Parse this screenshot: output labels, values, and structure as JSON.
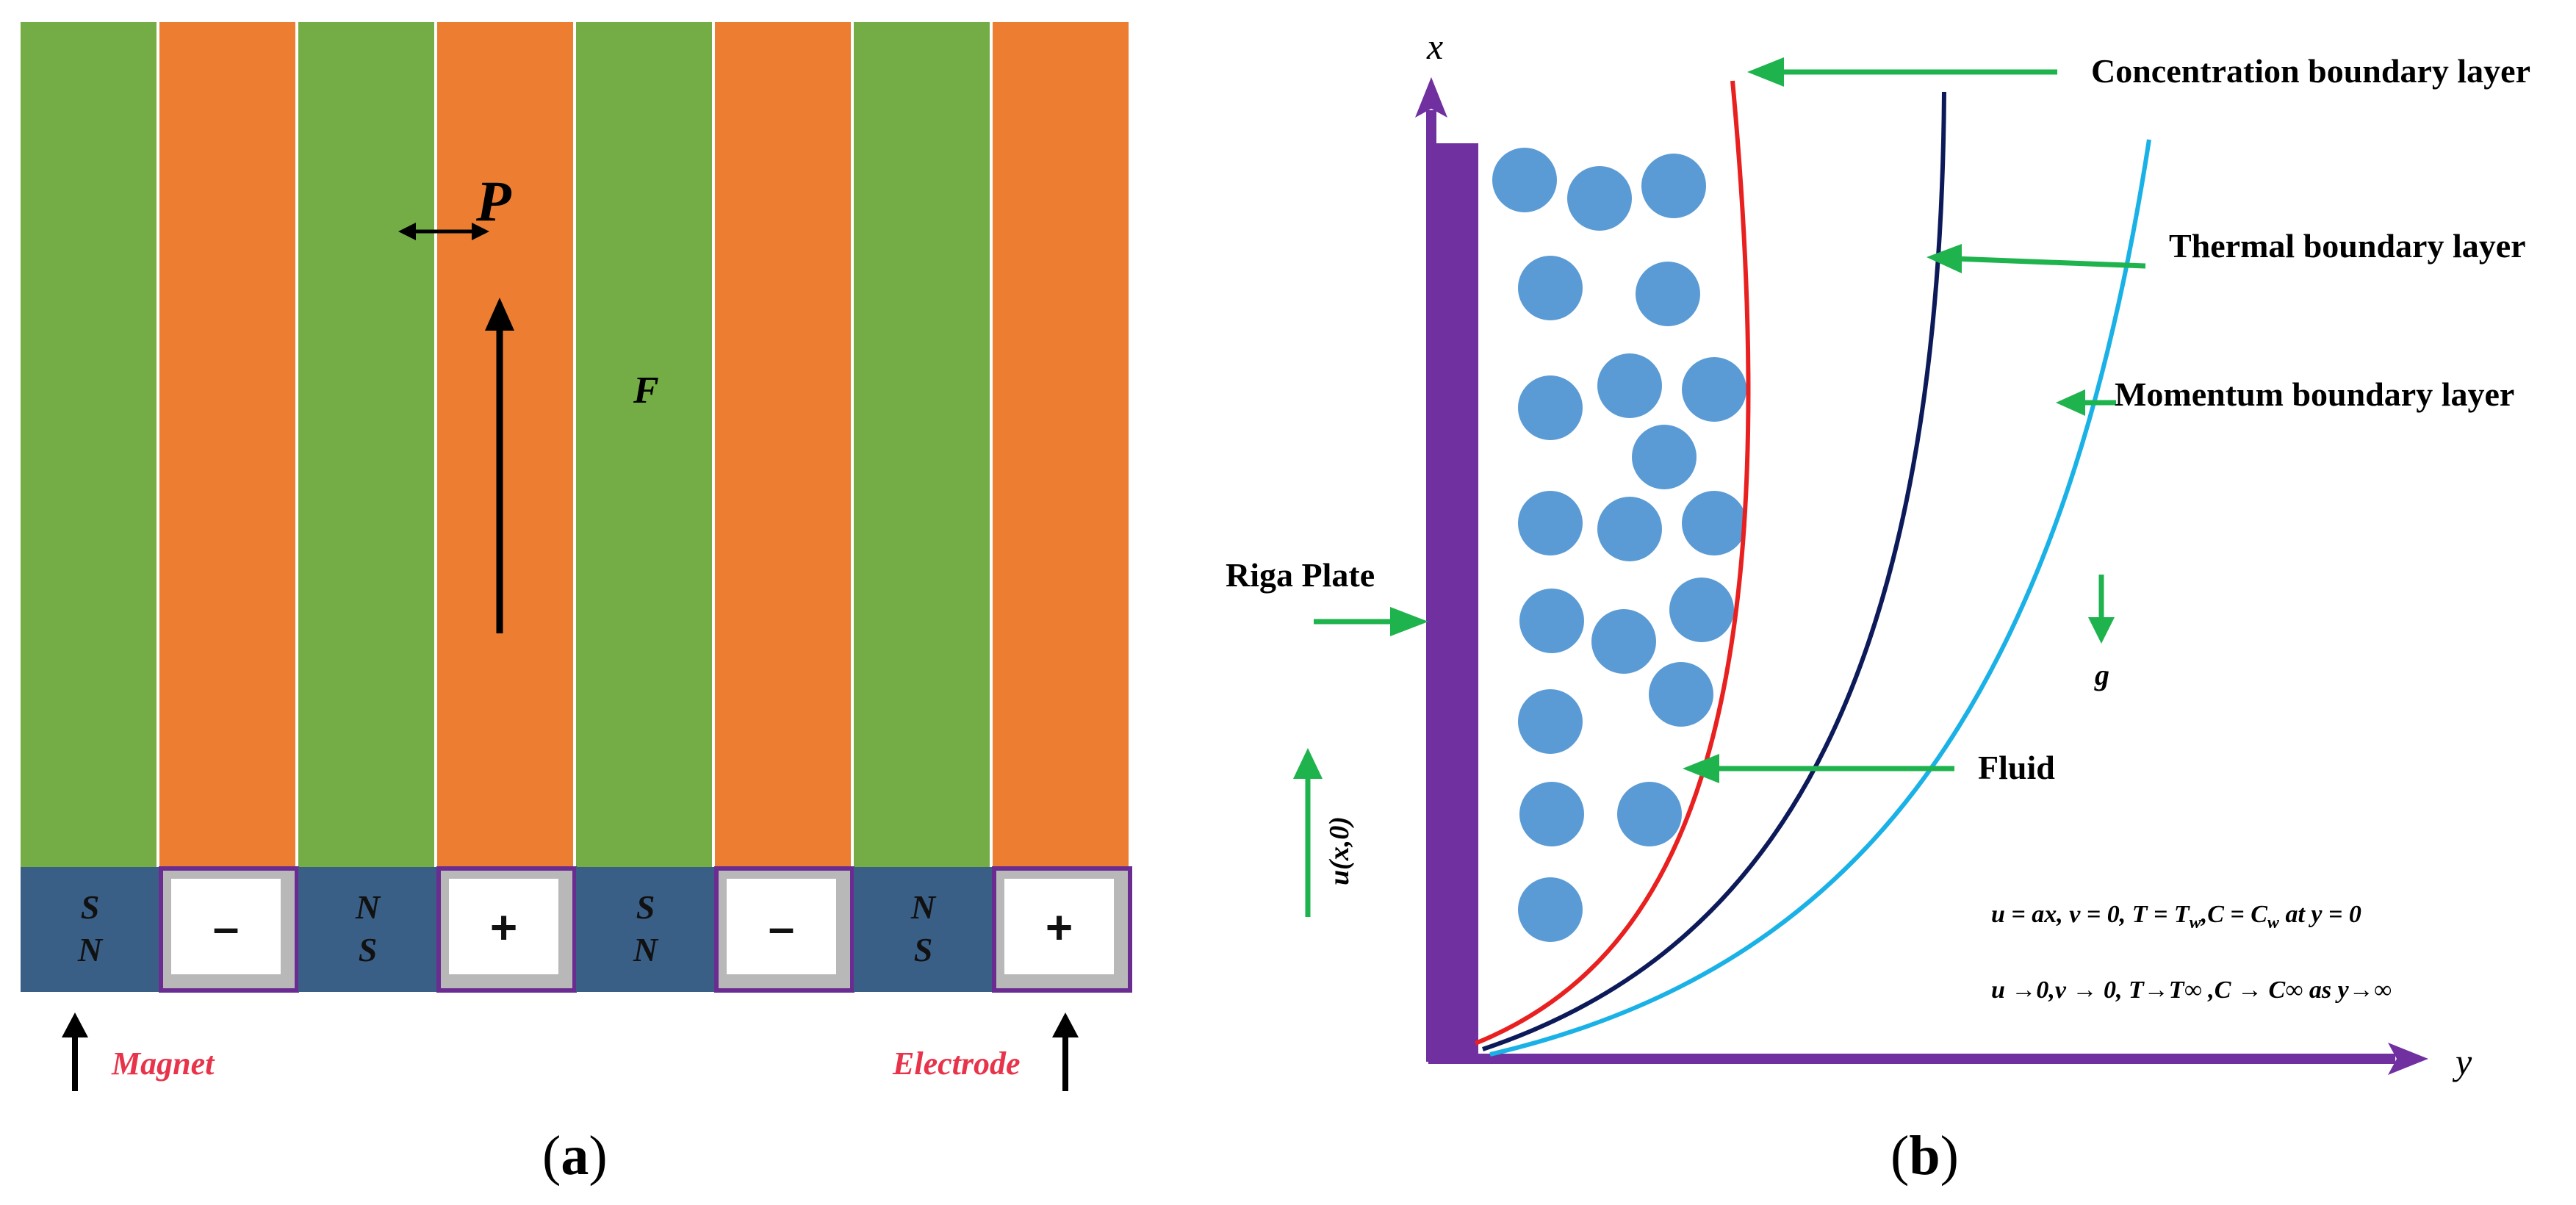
{
  "panel_a": {
    "strips": [
      "green",
      "orange",
      "green",
      "orange",
      "green",
      "orange",
      "green",
      "orange"
    ],
    "cells": [
      {
        "kind": "magnet",
        "top": "S",
        "bottom": "N"
      },
      {
        "kind": "electrode",
        "symbol": "–"
      },
      {
        "kind": "magnet",
        "top": "N",
        "bottom": "S"
      },
      {
        "kind": "electrode",
        "symbol": "+"
      },
      {
        "kind": "magnet",
        "top": "S",
        "bottom": "N"
      },
      {
        "kind": "electrode",
        "symbol": "–"
      },
      {
        "kind": "magnet",
        "top": "N",
        "bottom": "S"
      },
      {
        "kind": "electrode",
        "symbol": "+"
      }
    ],
    "p_label": "P",
    "f_label": "F",
    "magnet_label": "Magnet",
    "electrode_label": "Electrode",
    "caption": {
      "open": "(",
      "letter": "a",
      "close": ")"
    }
  },
  "panel_b": {
    "x_axis_label": "x",
    "y_axis_label": "y",
    "plate_label": "Riga Plate",
    "concentration_label": "Concentration boundary layer",
    "thermal_label": "Thermal boundary layer",
    "momentum_label": "Momentum boundary layer",
    "fluid_label": "Fluid",
    "gravity_label": "g",
    "velocity_label": "u(x,0)",
    "bc_wall": "u = ax, v = 0, T = Tᵥᵥ,C = Cᵥᵥ at y = 0",
    "bc_far": "u →0,v → 0, T→T∞ ,C → C∞  as y→∞",
    "caption": {
      "open": "(",
      "letter": "b",
      "close": ")"
    }
  },
  "colors": {
    "green": "#74ad45",
    "orange": "#ed7d31",
    "magnet_blue": "#3a5f87",
    "electrode_border": "#6a2c91",
    "plate_purple": "#7030a0",
    "arrow_green": "#1fb34e",
    "particle_blue": "#5b9bd5",
    "concentration_red": "#e8201f",
    "thermal_navy": "#0c1a5a",
    "momentum_cyan": "#1ab1e6",
    "magnet_label_red": "#e8344a"
  }
}
